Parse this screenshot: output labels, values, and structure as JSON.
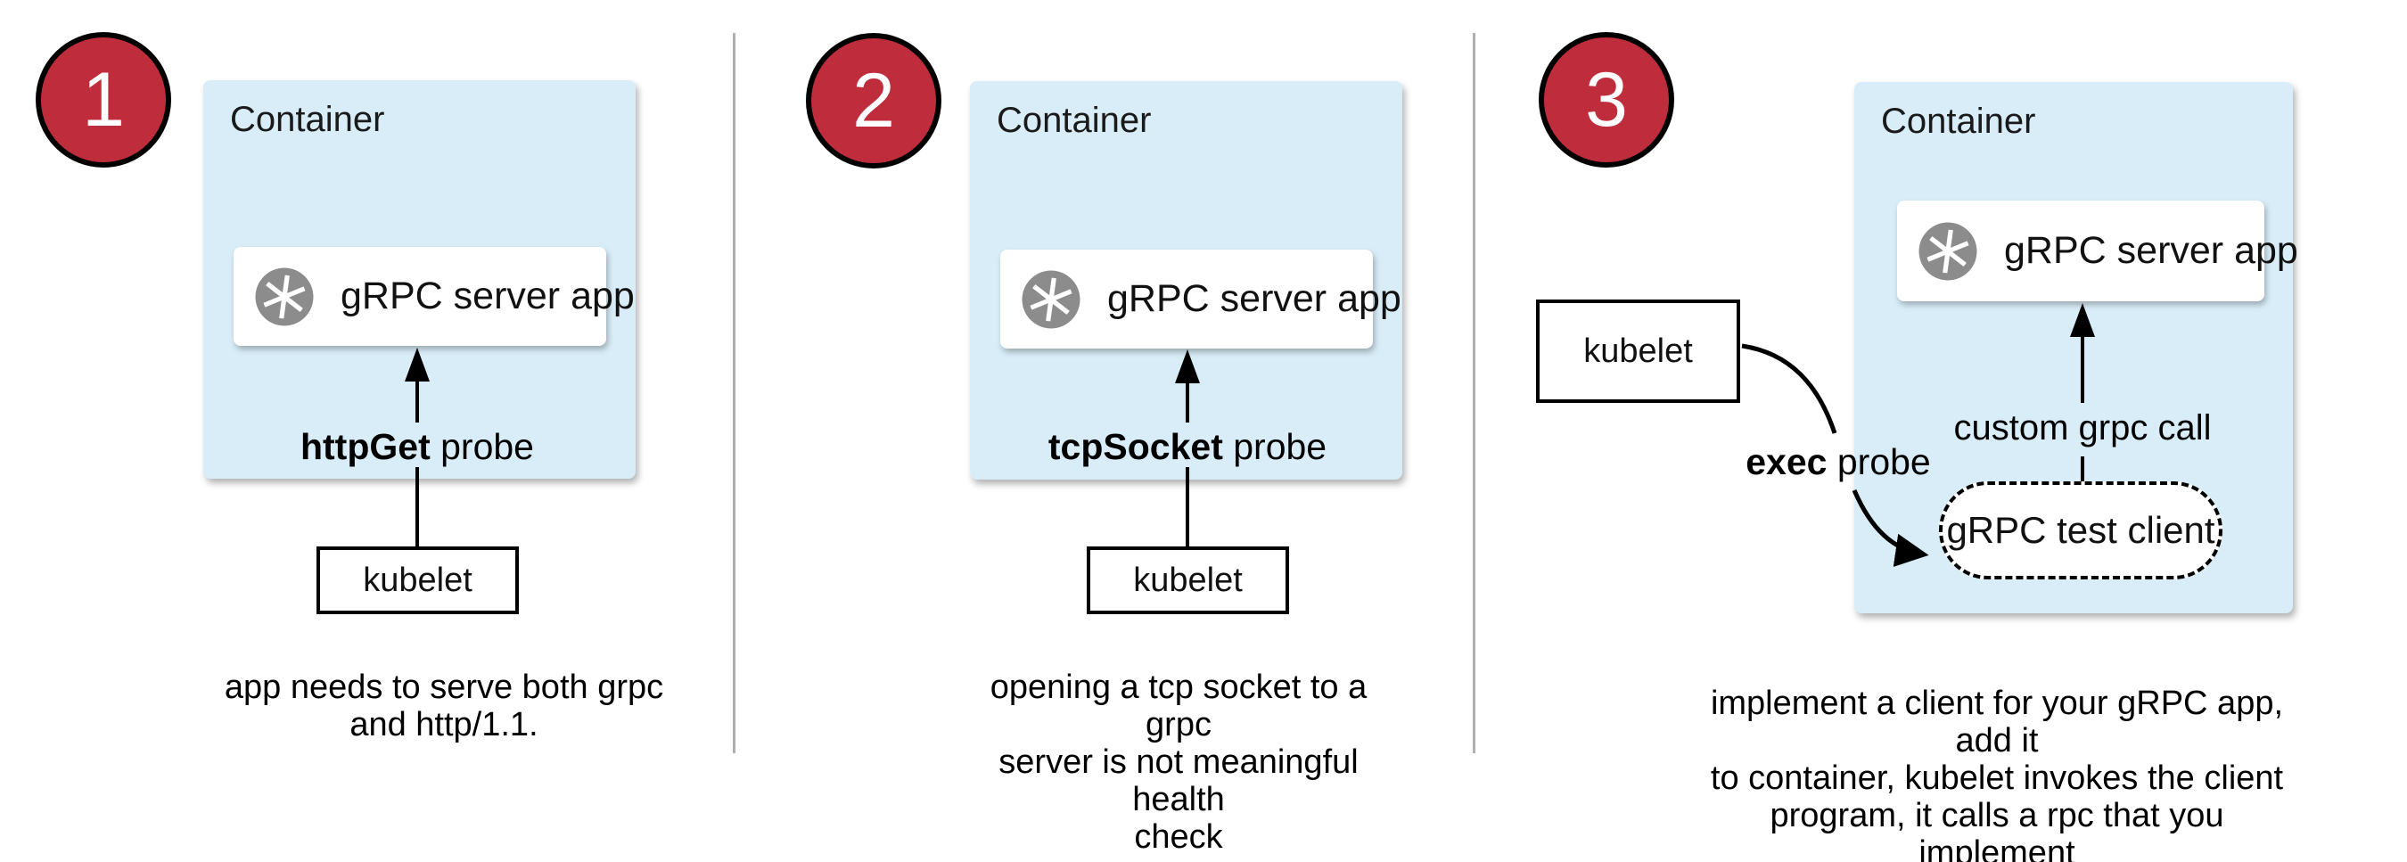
{
  "title": "gRPC health check probe options diagram",
  "colors": {
    "badge_fill": "#bf2d3c",
    "badge_border": "#000000",
    "container_fill": "#d9edf8",
    "icon_gray": "#8c8c8c",
    "divider_gray": "#b0b0b0",
    "arrow_black": "#000000"
  },
  "panels": [
    {
      "number": "1",
      "container_label": "Container",
      "app_label": "gRPC server app",
      "app_icon": "camera-aperture-icon",
      "kubelet_label": "kubelet",
      "probe_bold": "httpGet",
      "probe_rest": " probe",
      "caption_lines": [
        "app needs to serve both grpc",
        "and http/1.1."
      ]
    },
    {
      "number": "2",
      "container_label": "Container",
      "app_label": "gRPC server app",
      "app_icon": "camera-aperture-icon",
      "kubelet_label": "kubelet",
      "probe_bold": "tcpSocket",
      "probe_rest": " probe",
      "caption_lines": [
        "opening a tcp socket to a grpc",
        "server is not meaningful health",
        "check"
      ]
    },
    {
      "number": "3",
      "container_label": "Container",
      "app_label": "gRPC server app",
      "app_icon": "camera-aperture-icon",
      "kubelet_label": "kubelet",
      "probe_bold": "exec",
      "probe_rest": " probe",
      "grpc_call_label": "custom grpc call",
      "test_client_label": "gRPC test client",
      "caption_lines": [
        "implement a client for your gRPC app, add it",
        "to container, kubelet invokes the client",
        "program, it calls a rpc that you implement"
      ]
    }
  ]
}
